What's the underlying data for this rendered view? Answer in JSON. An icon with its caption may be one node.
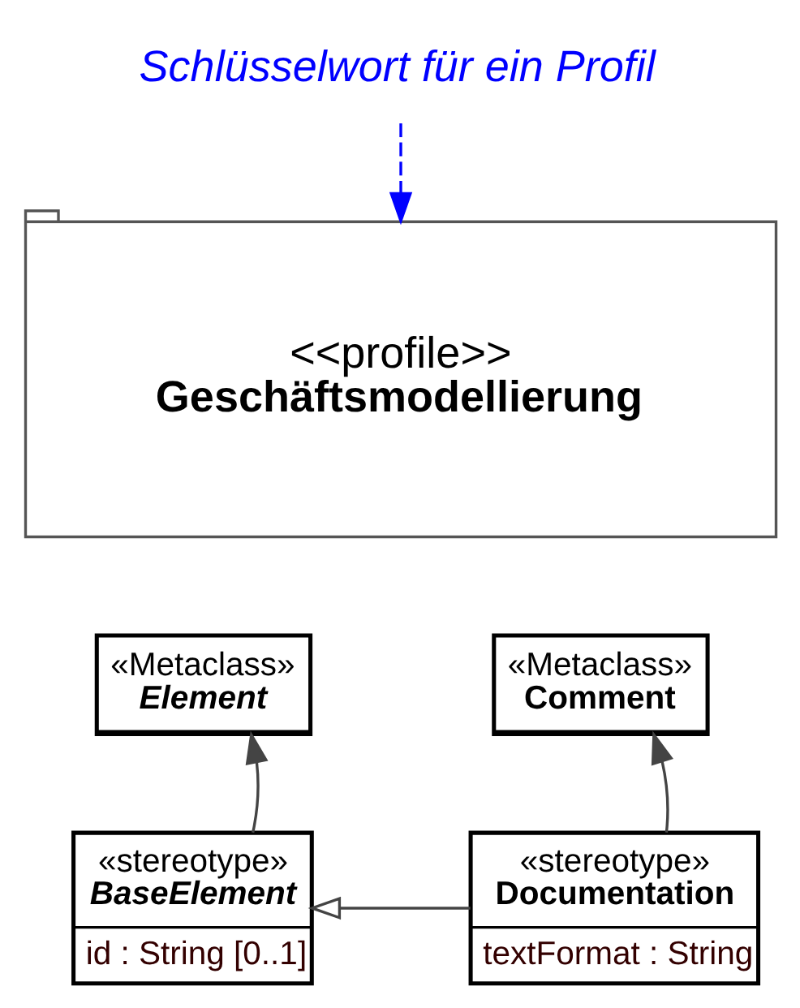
{
  "diagram": {
    "nodes": [
      {
        "text": [
          "Schlüsselwort für ein Profil"
        ]
      },
      {
        "text": [
          "<<profile>>",
          "Geschäftsmodellierung"
        ]
      },
      {
        "text": [
          "«Metaclass»",
          "Element"
        ]
      },
      {
        "text": [
          "«Metaclass»",
          "Comment"
        ]
      },
      {
        "text": [
          "«stereotype»",
          "BaseElement",
          "id : String [0..1]"
        ]
      },
      {
        "text": [
          "«stereotype»",
          "Documentation",
          "textFormat : String"
        ]
      }
    ],
    "edges": [
      {
        "from": 0,
        "to": 1,
        "arrow": "to",
        "style": "dashed",
        "color": "#0000ff"
      },
      {
        "from": 4,
        "to": 2,
        "arrow": "to"
      },
      {
        "from": 5,
        "to": 3,
        "arrow": "to"
      },
      {
        "from": 5,
        "to": 4,
        "arrow": "to"
      }
    ]
  }
}
